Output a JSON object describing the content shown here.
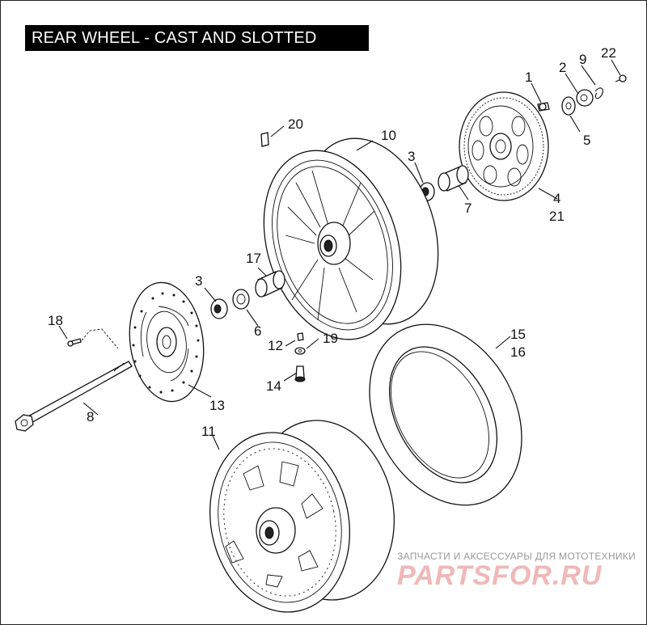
{
  "title": "REAR WHEEL - CAST AND SLOTTED",
  "callouts": {
    "c1": "1",
    "c2": "2",
    "c9": "9",
    "c22": "22",
    "c20": "20",
    "c10": "10",
    "c3a": "3",
    "c5": "5",
    "c7": "7",
    "c4": "4",
    "c21": "21",
    "c17": "17",
    "c3b": "3",
    "c6": "6",
    "c18": "18",
    "c12": "12",
    "c19": "19",
    "c14": "14",
    "c15": "15",
    "c16": "16",
    "c13": "13",
    "c8": "8",
    "c11": "11"
  },
  "watermark": {
    "tagline": "ЗАПЧАСТИ И АКСЕССУАРЫ ДЛЯ МОТОТЕХНИКИ",
    "brand": "PARTSFOR.RU"
  }
}
